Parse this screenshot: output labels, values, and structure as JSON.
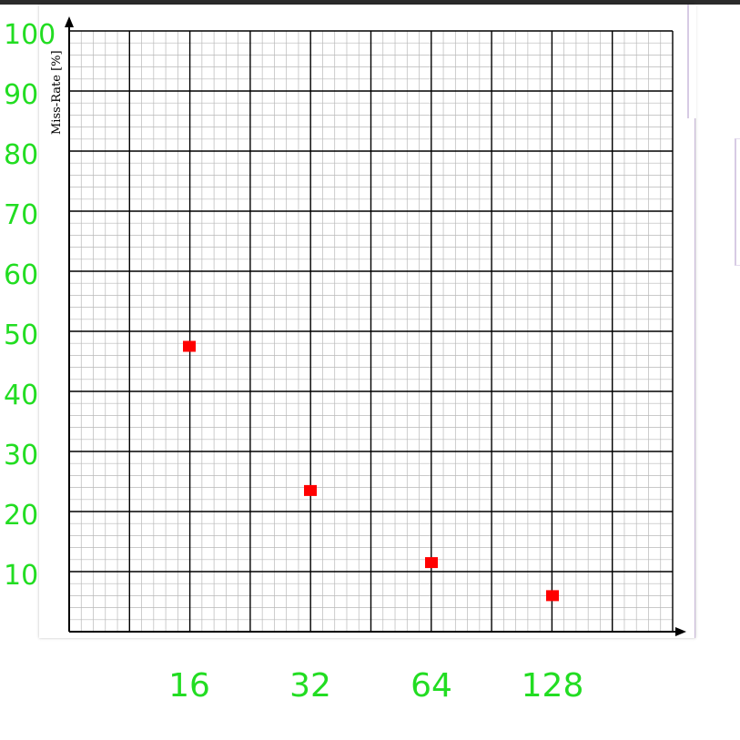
{
  "chart_data": {
    "type": "scatter",
    "ylabel": "Miss-Rate [%]",
    "xlabel": "",
    "title": "",
    "ylim": [
      0,
      100
    ],
    "handwritten_y_ticks": [
      "10",
      "20",
      "30",
      "40",
      "50",
      "60",
      "70",
      "80",
      "90",
      "100"
    ],
    "handwritten_x_labels": [
      "16",
      "32",
      "64",
      "128"
    ],
    "points": [
      {
        "x": "16",
        "y": 47.5
      },
      {
        "x": "32",
        "y": 23.5
      },
      {
        "x": "64",
        "y": 11.5
      },
      {
        "x": "128",
        "y": 6
      }
    ],
    "marker_color": "#ff0000",
    "annotation_color": "#22dd22",
    "grid": true
  }
}
